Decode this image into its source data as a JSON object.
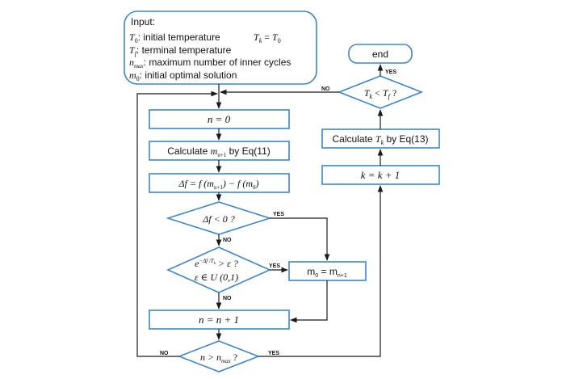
{
  "input": {
    "heading": "Input:",
    "t0_sym": "T",
    "t0_sub": "0",
    "t0_text": ": initial temperature",
    "eq_lhs": "T",
    "eq_lhs_sub": "k",
    "eq_mid": " = ",
    "eq_rhs": "T",
    "eq_rhs_sub": "0",
    "tf_sym": "T",
    "tf_sub": "f",
    "tf_text": ": terminal temperature",
    "nmax_sym": "n",
    "nmax_sub": "max",
    "nmax_text": ": maximum number of inner cycles",
    "m0_sym": "m",
    "m0_sub": "0",
    "m0_text": ": initial optimal solution"
  },
  "nodes": {
    "end": "end",
    "tk_check_a": "T",
    "tk_check_a_sub": "k",
    "tk_check_b": " < ",
    "tk_check_c": "T",
    "tk_check_c_sub": "f",
    "tk_check_d": "  ?",
    "calc_tk_a": "Calculate ",
    "calc_tk_b": "T",
    "calc_tk_sub": "k",
    "calc_tk_c": " by Eq(13)",
    "k_update": "k = k + 1",
    "n_zero": "n = 0",
    "calc_m_a": "Calculate ",
    "calc_m_b": "m",
    "calc_m_sub": "n+1",
    "calc_m_c": " by Eq(11)",
    "delta_f": "Δf = f (m",
    "delta_f_sub1": "n+1",
    "delta_f_mid": ") − f (m",
    "delta_f_sub2": "0",
    "delta_f_end": ")",
    "df_check": "Δf < 0  ?",
    "metro_a": "e",
    "metro_sup": "−Δf /T",
    "metro_sup_sub": "k",
    "metro_b": " > ε  ?",
    "metro_c": "ε ∈ U (0,1)",
    "m_assign": "m",
    "m_assign_sub": "0",
    "m_assign_mid": " = m",
    "m_assign_sub2": "n+1",
    "n_update": "n = n + 1",
    "nmax_check_a": "n > n",
    "nmax_check_sub": "max",
    "nmax_check_b": "  ?"
  },
  "labels": {
    "yes": "YES",
    "no": "NO"
  }
}
